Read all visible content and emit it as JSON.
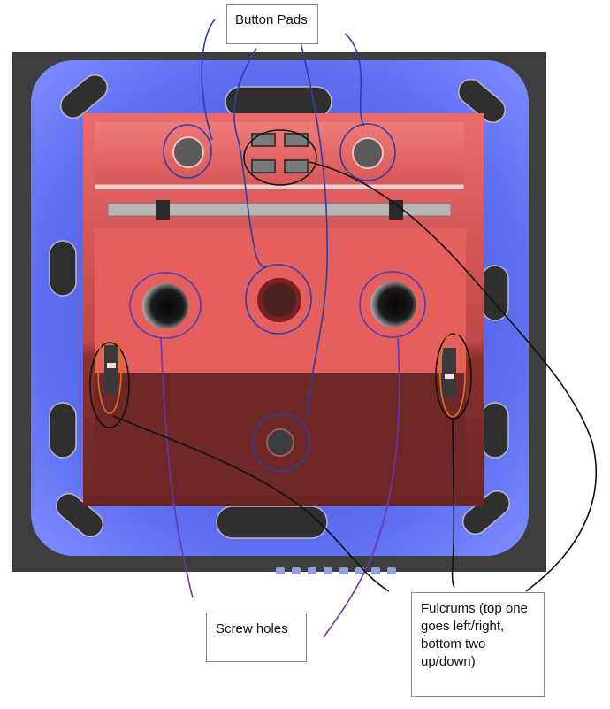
{
  "annotations": {
    "button_pads": "Button Pads",
    "screw_holes": "Screw holes",
    "fulcrums": "Fulcrums (top one goes left/right, bottom two up/down)"
  },
  "colors": {
    "background": "#ffffff",
    "viewport_bg": "#3e3e3e",
    "switch_base": "#6f7ef5",
    "clip_dark": "#2f2f2f",
    "body_red": "#e65b5b",
    "body_dark_red": "#7a2c2c",
    "hole": "#161616",
    "pad_grey": "#555555",
    "annotation_blue": "#2c3fa8",
    "annotation_purple": "#6b35b0",
    "annotation_black": "#111111",
    "annotation_orange": "#e07020"
  },
  "icons": [
    "toolbar-icon-row"
  ]
}
